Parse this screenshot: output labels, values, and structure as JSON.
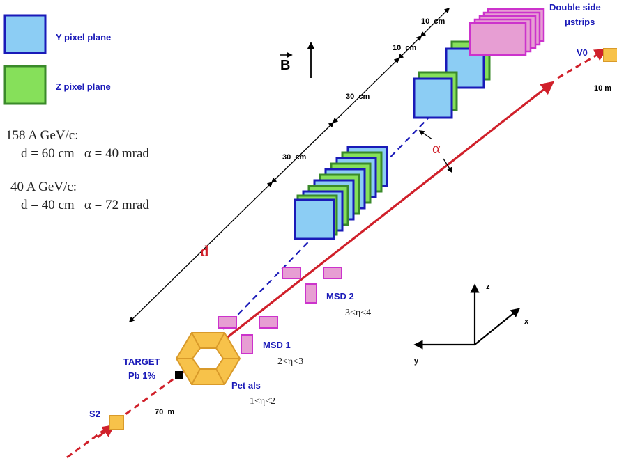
{
  "legend": {
    "y_plane": "Y pixel plane",
    "z_plane": "Z pixel plane"
  },
  "energies": {
    "e1_title": "158 A GeV/c:",
    "e1_values": "d = 60 cm   α = 40 mrad",
    "e2_title": "40 A GeV/c:",
    "e2_values": "d = 40 cm   α = 72 mrad"
  },
  "labels": {
    "b_field": "B",
    "double_side_1": "Double side",
    "double_side_2": "μstrips",
    "v0": "V0",
    "v0_dist": "10 m",
    "dist_10a": "10  cm",
    "dist_10b": "10  cm",
    "dist_30a": "30  cm",
    "dist_30b": "30  cm",
    "alpha": "α",
    "d": "d",
    "msd2": "MSD 2",
    "msd2_eta": "3<η<4",
    "msd1": "MSD 1",
    "msd1_eta": "2<η<3",
    "petals": "Pet als",
    "petals_eta": "1<η<2",
    "target_1": "TARGET",
    "target_2": "Pb 1%",
    "s2": "S2",
    "dist_70": "70  m",
    "axis_z": "z",
    "axis_x": "x",
    "axis_y": "y"
  },
  "colors": {
    "y_plane_fill": "#8ccdf4",
    "y_plane_border": "#1a1ab8",
    "z_plane_fill": "#86e05a",
    "z_plane_border": "#3a8a2a",
    "strip_fill": "#e79ed3",
    "strip_border": "#cc33cc",
    "beam": "#d0202a",
    "petal_fill": "#f7c24a",
    "petal_border": "#d99a2a"
  }
}
